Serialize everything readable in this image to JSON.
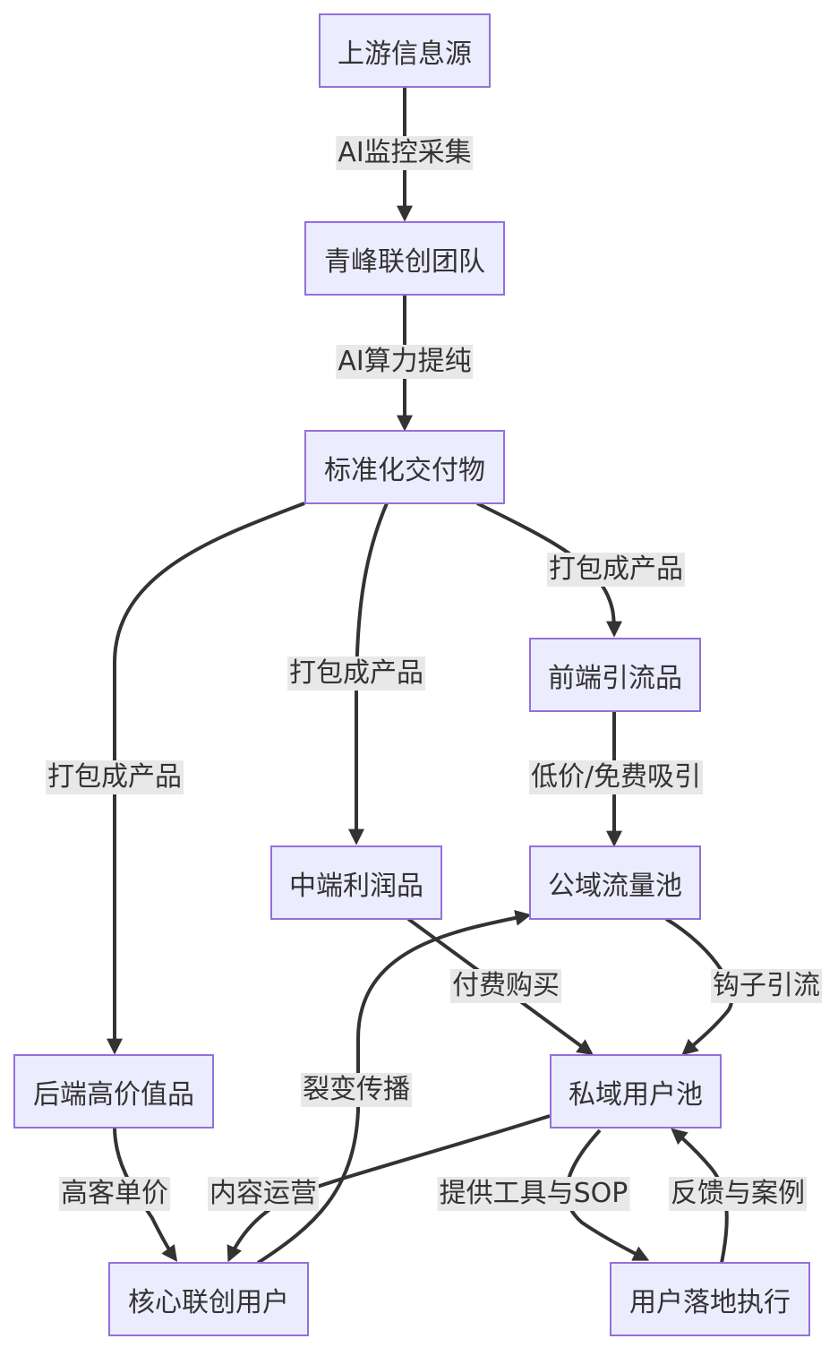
{
  "nodes": {
    "upstream": "上游信息源",
    "team": "青峰联创团队",
    "standard": "标准化交付物",
    "frontend": "前端引流品",
    "midend": "中端利润品",
    "backend": "后端高价值品",
    "public_pool": "公域流量池",
    "private_pool": "私域用户池",
    "core_users": "核心联创用户",
    "user_exec": "用户落地执行"
  },
  "edges": {
    "ai_monitor": "AI监控采集",
    "ai_refine": "AI算力提纯",
    "pack_front": "打包成产品",
    "pack_mid": "打包成产品",
    "pack_back": "打包成产品",
    "low_price": "低价/免费吸引",
    "hook": "钩子引流",
    "paid": "付费购买",
    "high_ticket": "高客单价",
    "content_ops": "内容运营",
    "tools_sop": "提供工具与SOP",
    "feedback": "反馈与案例",
    "viral": "裂变传播"
  },
  "colors": {
    "node_fill": "#ECECFF",
    "node_border": "#9370DB",
    "edge": "#333333",
    "label_bg": "#e8e8e8"
  }
}
